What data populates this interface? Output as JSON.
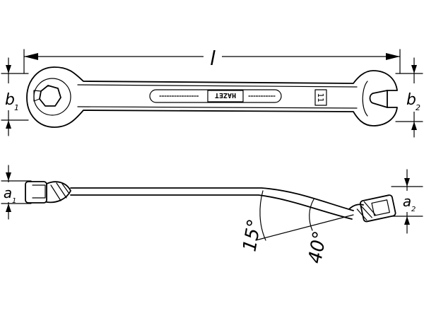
{
  "dimensions": {
    "length": "l",
    "b1_main": "b",
    "b1_sub": "1",
    "b2_main": "b",
    "b2_sub": "2",
    "a1_main": "a",
    "a1_sub": "1",
    "a2_main": "a",
    "a2_sub": "2"
  },
  "angles": {
    "small": "15°",
    "large": "40°"
  },
  "wrench": {
    "brand": "HAZET",
    "size_label": "11"
  },
  "colors": {
    "ink": "#000000",
    "paper": "#ffffff"
  }
}
